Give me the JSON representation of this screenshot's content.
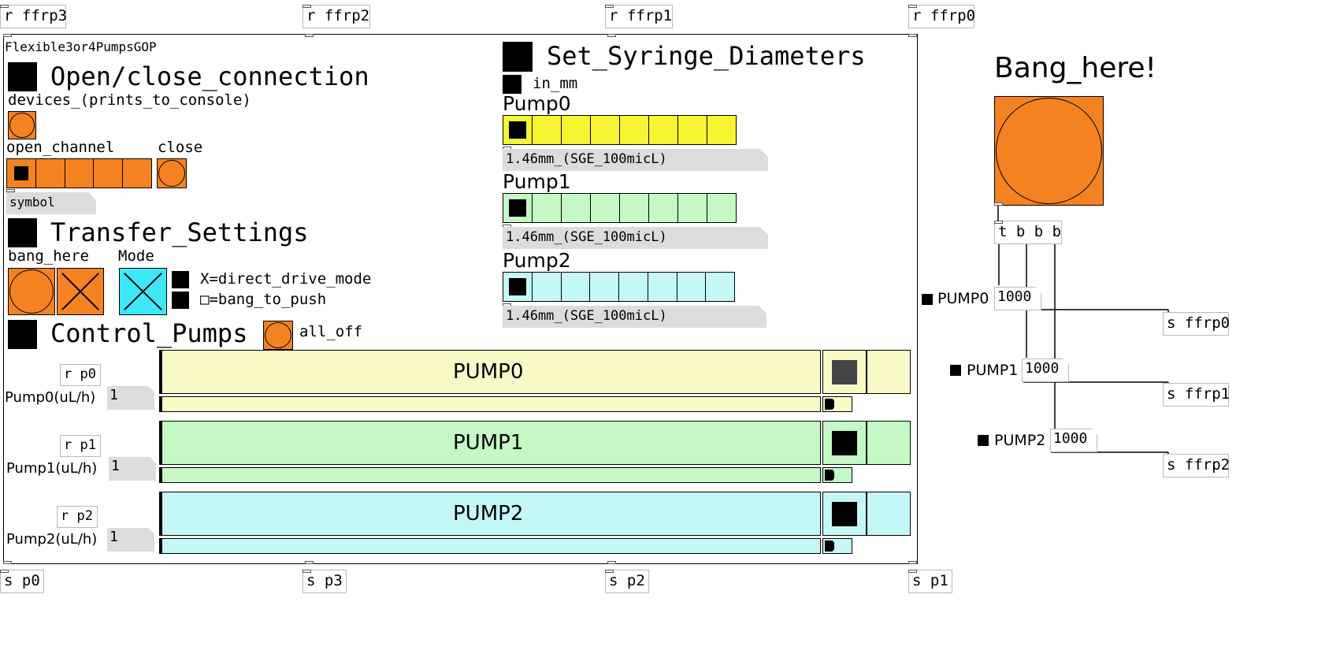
{
  "top_receives": [
    "r ffrp3",
    "r ffrp2",
    "r ffrp1",
    "r ffrp0"
  ],
  "bottom_sends": [
    "s p0",
    "s p3",
    "s p2",
    "s p1"
  ],
  "gop": {
    "name": "Flexible3or4PumpsGOP",
    "open_close": {
      "title": "Open/close_connection",
      "devices_label": "devices_(prints_to_console)",
      "open_channel_label": "open_channel",
      "close_label": "close",
      "symbol_value": "symbol"
    },
    "transfer": {
      "title": "Transfer_Settings",
      "bang_here_label": "bang_here",
      "mode_label": "Mode",
      "legend_x": "X=direct_drive_mode",
      "legend_box": "□=bang_to_push"
    },
    "control": {
      "title": "Control_Pumps",
      "all_off_label": "all_off"
    },
    "syringe": {
      "title": "Set_Syringe_Diameters",
      "units_label": "in_mm",
      "pumps": [
        {
          "label": "Pump0",
          "value": "1.46mm_(SGE_100micL)",
          "color": "#f5f533"
        },
        {
          "label": "Pump1",
          "value": "1.46mm_(SGE_100micL)",
          "color": "#c4f8c4"
        },
        {
          "label": "Pump2",
          "value": "1.46mm_(SGE_100micL)",
          "color": "#c4f8f8"
        }
      ]
    },
    "pumps": [
      {
        "receive": "r p0",
        "rate_label": "Pump0(uL/h)",
        "rate_value": "1",
        "slider_label": "PUMP0",
        "color": "#fafac8"
      },
      {
        "receive": "r p1",
        "rate_label": "Pump1(uL/h)",
        "rate_value": "1",
        "slider_label": "PUMP1",
        "color": "#c4f8c4"
      },
      {
        "receive": "r p2",
        "rate_label": "Pump2(uL/h)",
        "rate_value": "1",
        "slider_label": "PUMP2",
        "color": "#c4f8f8"
      }
    ]
  },
  "right_panel": {
    "title": "Bang_here!",
    "trigger": "t b b b",
    "pumps": [
      {
        "label": "PUMP0",
        "value": "1000",
        "send": "s ffrp0"
      },
      {
        "label": "PUMP1",
        "value": "1000",
        "send": "s ffrp1"
      },
      {
        "label": "PUMP2",
        "value": "1000",
        "send": "s ffrp2"
      }
    ]
  },
  "colors": {
    "orange": "#f58220",
    "cyan": "#3ee8f8",
    "yellow": "#f5f533",
    "gray": "#dcdcdc"
  }
}
